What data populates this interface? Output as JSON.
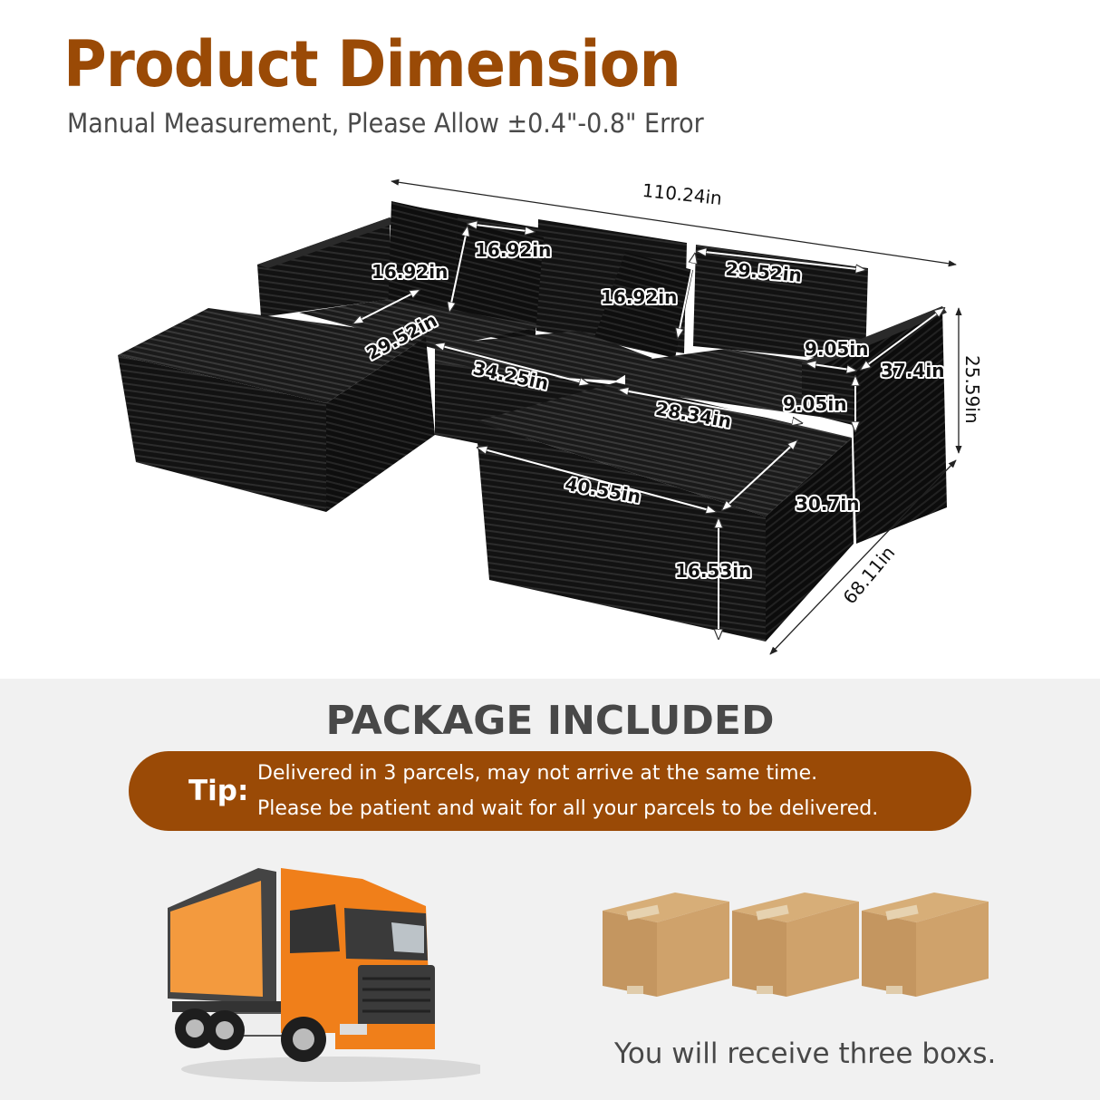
{
  "header": {
    "title": "Product Dimension",
    "subtitle": "Manual Measurement, Please Allow ±0.4\"-0.8\" Error"
  },
  "product": {
    "name": "Sofa sectional (black corduroy)",
    "color": "#111111",
    "dimensions": {
      "total_width": "110.24in",
      "total_depth": "68.11in",
      "total_height": "25.59in",
      "left_pillow_height": "16.92in",
      "left_pillow_width": "16.92in",
      "left_seat_depth": "29.52in",
      "middle_pillow_height": "16.92in",
      "right_back_width": "29.52in",
      "middle_seat_width": "34.25in",
      "right_seat_width": "28.34in",
      "arm_width": "9.05in",
      "arm_height": "9.05in",
      "arm_depth": "37.4in",
      "ottoman_width": "40.55in",
      "ottoman_depth": "30.7in",
      "ottoman_height": "16.53in"
    }
  },
  "package": {
    "title": "PACKAGE INCLUDED",
    "tip_label": "Tip:",
    "tip_lines": [
      "Delivered in 3 parcels, may not arrive at the same time.",
      "Please be patient and wait for all your parcels to be delivered."
    ],
    "box_count": 3,
    "receive_text": "You will receive three boxs."
  },
  "colors": {
    "brand": "#9a4a06",
    "heading_gray": "#484848",
    "background_lower": "#f1f1f1",
    "truck_orange": "#f07f1a",
    "box_kraft": "#c99a5e"
  }
}
